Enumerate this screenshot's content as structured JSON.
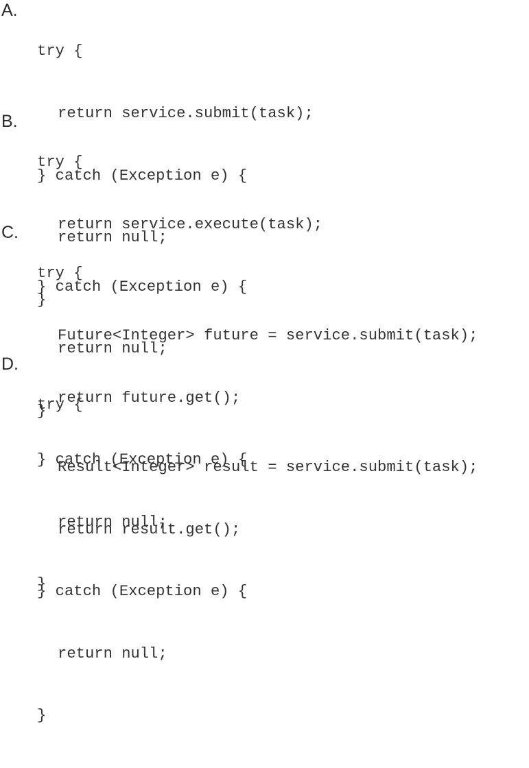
{
  "options": [
    {
      "letter": "A.",
      "lines": [
        {
          "text": "try {",
          "indent": 0
        },
        {
          "text": "return service.submit(task);",
          "indent": 1
        },
        {
          "text": "} catch (Exception e) {",
          "indent": 0
        },
        {
          "text": "return null;",
          "indent": 1
        },
        {
          "text": "}",
          "indent": 0
        }
      ]
    },
    {
      "letter": "B.",
      "lines": [
        {
          "text": "try {",
          "indent": 0
        },
        {
          "text": "return service.execute(task);",
          "indent": 1
        },
        {
          "text": "} catch (Exception e) {",
          "indent": 0
        },
        {
          "text": "return null;",
          "indent": 1
        },
        {
          "text": "}",
          "indent": 0
        }
      ]
    },
    {
      "letter": "C.",
      "lines": [
        {
          "text": "try {",
          "indent": 0
        },
        {
          "text": "Future<Integer> future = service.submit(task);",
          "indent": 1
        },
        {
          "text": "return future.get();",
          "indent": 1
        },
        {
          "text": "} catch (Exception e) {",
          "indent": 0
        },
        {
          "text": "return null;",
          "indent": 1
        },
        {
          "text": "}",
          "indent": 0
        }
      ]
    },
    {
      "letter": "D.",
      "lines": [
        {
          "text": "try {",
          "indent": 0
        },
        {
          "text": "Result<Integer> result = service.submit(task);",
          "indent": 1
        },
        {
          "text": "return result.get();",
          "indent": 1
        },
        {
          "text": "} catch (Exception e) {",
          "indent": 0
        },
        {
          "text": "return null;",
          "indent": 1
        },
        {
          "text": "}",
          "indent": 0
        }
      ]
    }
  ]
}
